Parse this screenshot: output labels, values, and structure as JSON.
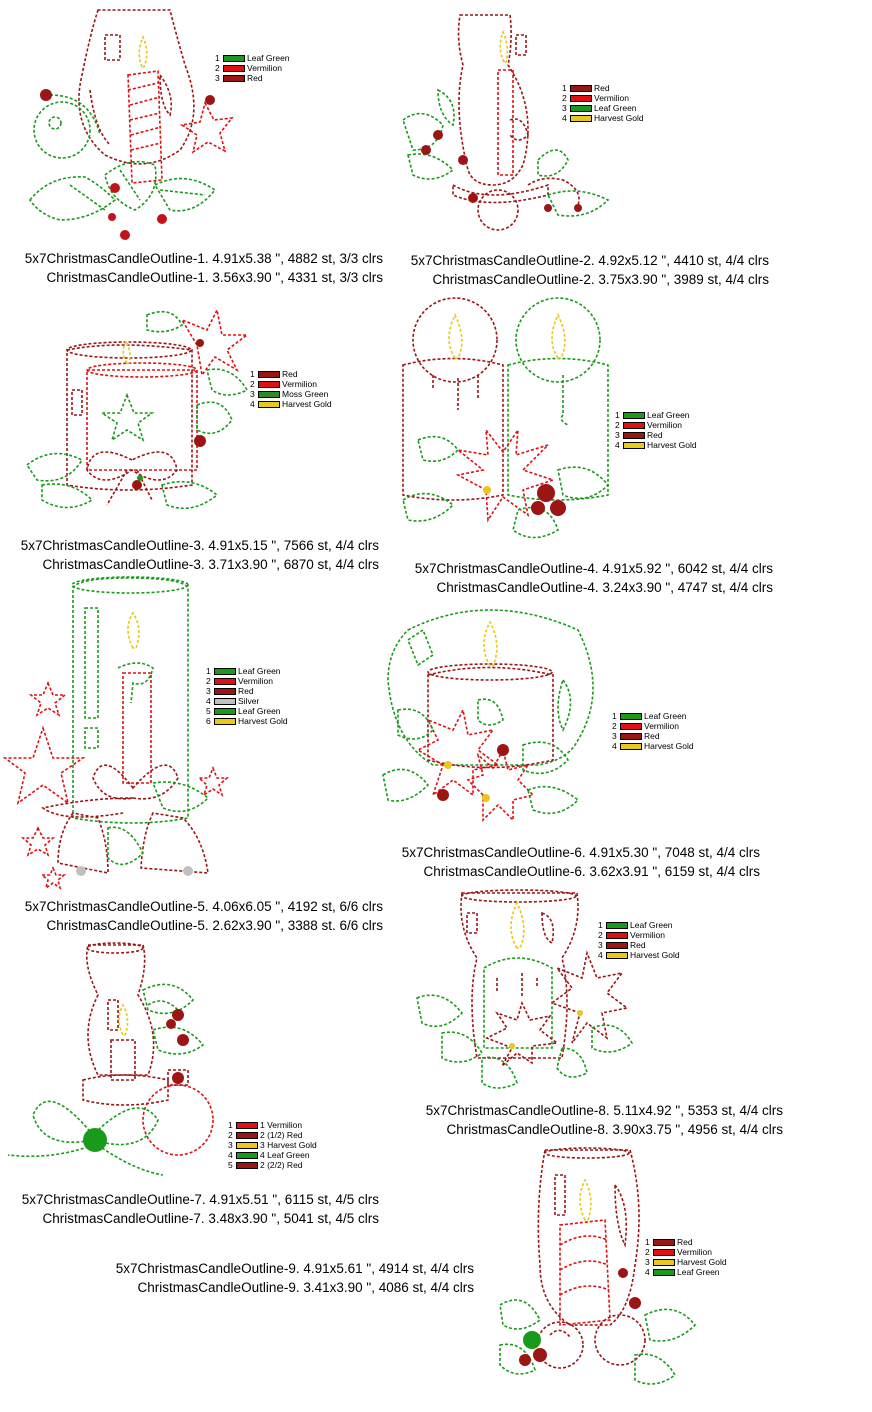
{
  "colors": {
    "Leaf Green": "#1a9a1a",
    "Vermilion": "#e01010",
    "Red": "#9b1515",
    "Moss Green": "#2e8b22",
    "Harvest Gold": "#e8c81a",
    "Silver": "#c0c0c0"
  },
  "designs": [
    {
      "id": "d1",
      "caption": [
        "5x7ChristmasCandleOutline-1. 4.91x5.38 \", 4882 st, 3/3 clrs",
        "ChristmasCandleOutline-1. 3.56x3.90 \", 4331 st, 3/3 clrs"
      ],
      "legend": [
        {
          "num": "1",
          "name": "Leaf Green",
          "color": "Leaf Green"
        },
        {
          "num": "2",
          "name": "Vermilion",
          "color": "Vermilion"
        },
        {
          "num": "3",
          "name": "Red",
          "color": "Red"
        }
      ]
    },
    {
      "id": "d2",
      "caption": [
        "5x7ChristmasCandleOutline-2. 4.92x5.12 \", 4410 st, 4/4 clrs",
        "ChristmasCandleOutline-2. 3.75x3.90 \", 3989 st, 4/4 clrs"
      ],
      "legend": [
        {
          "num": "1",
          "name": "Red",
          "color": "Red"
        },
        {
          "num": "2",
          "name": "Vermilion",
          "color": "Vermilion"
        },
        {
          "num": "3",
          "name": "Leaf Green",
          "color": "Leaf Green"
        },
        {
          "num": "4",
          "name": "Harvest Gold",
          "color": "Harvest Gold"
        }
      ]
    },
    {
      "id": "d3",
      "caption": [
        "5x7ChristmasCandleOutline-3. 4.91x5.15 \", 7566 st, 4/4 clrs",
        "ChristmasCandleOutline-3. 3.71x3.90 \", 6870 st, 4/4 clrs"
      ],
      "legend": [
        {
          "num": "1",
          "name": "Red",
          "color": "Red"
        },
        {
          "num": "2",
          "name": "Vermilion",
          "color": "Vermilion"
        },
        {
          "num": "3",
          "name": "Moss Green",
          "color": "Moss Green"
        },
        {
          "num": "4",
          "name": "Harvest Gold",
          "color": "Harvest Gold"
        }
      ]
    },
    {
      "id": "d4",
      "caption": [
        "5x7ChristmasCandleOutline-4. 4.91x5.92 \", 6042 st, 4/4 clrs",
        "ChristmasCandleOutline-4. 3.24x3.90 \", 4747 st, 4/4 clrs"
      ],
      "legend": [
        {
          "num": "1",
          "name": "Leaf Green",
          "color": "Leaf Green"
        },
        {
          "num": "2",
          "name": "Vermilion",
          "color": "Vermilion"
        },
        {
          "num": "3",
          "name": "Red",
          "color": "Red"
        },
        {
          "num": "4",
          "name": "Harvest Gold",
          "color": "Harvest Gold"
        }
      ]
    },
    {
      "id": "d5",
      "caption": [
        "5x7ChristmasCandleOutline-5. 4.06x6.05 \", 4192 st, 6/6 clrs",
        "ChristmasCandleOutline-5. 2.62x3.90 \", 3388 st. 6/6 clrs"
      ],
      "legend": [
        {
          "num": "1",
          "name": "Leaf Green",
          "color": "Leaf Green"
        },
        {
          "num": "2",
          "name": "Vermilion",
          "color": "Vermilion"
        },
        {
          "num": "3",
          "name": "Red",
          "color": "Red"
        },
        {
          "num": "4",
          "name": "Silver",
          "color": "Silver"
        },
        {
          "num": "5",
          "name": "Leaf Green",
          "color": "Leaf Green"
        },
        {
          "num": "6",
          "name": "Harvest Gold",
          "color": "Harvest Gold"
        }
      ]
    },
    {
      "id": "d6",
      "caption": [
        "5x7ChristmasCandleOutline-6. 4.91x5.30 \", 7048 st, 4/4 clrs",
        "ChristmasCandleOutline-6. 3.62x3.91 \", 6159 st, 4/4 clrs"
      ],
      "legend": [
        {
          "num": "1",
          "name": "Leaf Green",
          "color": "Leaf Green"
        },
        {
          "num": "2",
          "name": "Vermilion",
          "color": "Vermilion"
        },
        {
          "num": "3",
          "name": "Red",
          "color": "Red"
        },
        {
          "num": "4",
          "name": "Harvest Gold",
          "color": "Harvest Gold"
        }
      ]
    },
    {
      "id": "d7",
      "caption": [
        "5x7ChristmasCandleOutline-7. 4.91x5.51 \", 6115 st, 4/5 clrs",
        "ChristmasCandleOutline-7. 3.48x3.90 \", 5041 st, 4/5 clrs"
      ],
      "legend": [
        {
          "num": "1",
          "name": "1 Vermilion",
          "color": "Vermilion"
        },
        {
          "num": "2",
          "name": "2 (1/2) Red",
          "color": "Red"
        },
        {
          "num": "3",
          "name": "3 Harvest Gold",
          "color": "Harvest Gold"
        },
        {
          "num": "4",
          "name": "4 Leaf Green",
          "color": "Leaf Green"
        },
        {
          "num": "5",
          "name": "2 (2/2) Red",
          "color": "Red"
        }
      ]
    },
    {
      "id": "d8",
      "caption": [
        "5x7ChristmasCandleOutline-8. 5.11x4.92 \", 5353 st, 4/4 clrs",
        "ChristmasCandleOutline-8. 3.90x3.75 \", 4956 st, 4/4 clrs"
      ],
      "legend": [
        {
          "num": "1",
          "name": "Leaf Green",
          "color": "Leaf Green"
        },
        {
          "num": "2",
          "name": "Vermilion",
          "color": "Vermilion"
        },
        {
          "num": "3",
          "name": "Red",
          "color": "Red"
        },
        {
          "num": "4",
          "name": "Harvest Gold",
          "color": "Harvest Gold"
        }
      ]
    },
    {
      "id": "d9",
      "caption": [
        "5x7ChristmasCandleOutline-9. 4.91x5.61 \", 4914 st, 4/4 clrs",
        "ChristmasCandleOutline-9. 3.41x3.90 \", 4086 st, 4/4 clrs"
      ],
      "legend": [
        {
          "num": "1",
          "name": "Red",
          "color": "Red"
        },
        {
          "num": "2",
          "name": "Vermilion",
          "color": "Vermilion"
        },
        {
          "num": "3",
          "name": "Harvest Gold",
          "color": "Harvest Gold"
        },
        {
          "num": "4",
          "name": "Leaf Green",
          "color": "Leaf Green"
        }
      ]
    }
  ]
}
